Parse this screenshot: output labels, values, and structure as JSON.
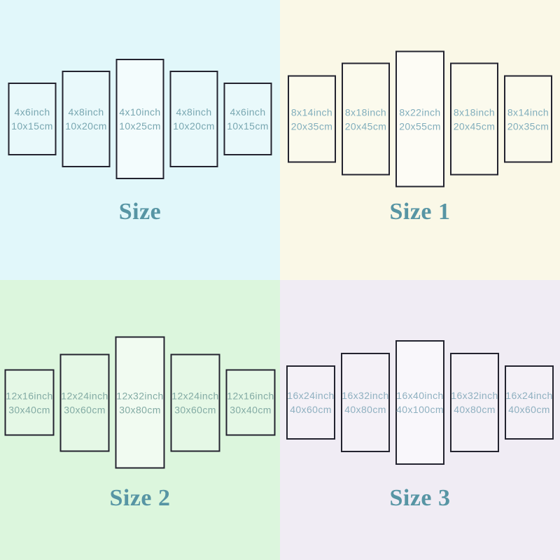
{
  "colors": {
    "title": "#5795a4",
    "panel_border": "#23232f",
    "quadrant_backgrounds": [
      "#e1f7fa",
      "#faf8e7",
      "#dcf6dd",
      "#f0ecf4"
    ]
  },
  "quadrants": [
    {
      "title": "Size",
      "bg": "#e1f7fa",
      "text_color": "#79a7b1",
      "panels": [
        {
          "inch": "4x6inch",
          "cm": "10x15cm"
        },
        {
          "inch": "4x8inch",
          "cm": "10x20cm"
        },
        {
          "inch": "4x10inch",
          "cm": "10x25cm"
        },
        {
          "inch": "4x8inch",
          "cm": "10x20cm"
        },
        {
          "inch": "4x6inch",
          "cm": "10x15cm"
        }
      ]
    },
    {
      "title": "Size 1",
      "bg": "#faf8e7",
      "text_color": "#82aebc",
      "panels": [
        {
          "inch": "8x14inch",
          "cm": "20x35cm"
        },
        {
          "inch": "8x18inch",
          "cm": "20x45cm"
        },
        {
          "inch": "8x22inch",
          "cm": "20x55cm"
        },
        {
          "inch": "8x18inch",
          "cm": "20x45cm"
        },
        {
          "inch": "8x14inch",
          "cm": "20x35cm"
        }
      ]
    },
    {
      "title": "Size 2",
      "bg": "#dcf6dd",
      "text_color": "#83aba4",
      "panels": [
        {
          "inch": "12x16inch",
          "cm": "30x40cm"
        },
        {
          "inch": "12x24inch",
          "cm": "30x60cm"
        },
        {
          "inch": "12x32inch",
          "cm": "30x80cm"
        },
        {
          "inch": "12x24inch",
          "cm": "30x60cm"
        },
        {
          "inch": "12x16inch",
          "cm": "30x40cm"
        }
      ]
    },
    {
      "title": "Size 3",
      "bg": "#f0ecf4",
      "text_color": "#8fb0c0",
      "panels": [
        {
          "inch": "16x24inch",
          "cm": "40x60cm"
        },
        {
          "inch": "16x32inch",
          "cm": "40x80cm"
        },
        {
          "inch": "16x40inch",
          "cm": "40x100cm"
        },
        {
          "inch": "16x32inch",
          "cm": "40x80cm"
        },
        {
          "inch": "16x24inch",
          "cm": "40x60cm"
        }
      ]
    }
  ]
}
